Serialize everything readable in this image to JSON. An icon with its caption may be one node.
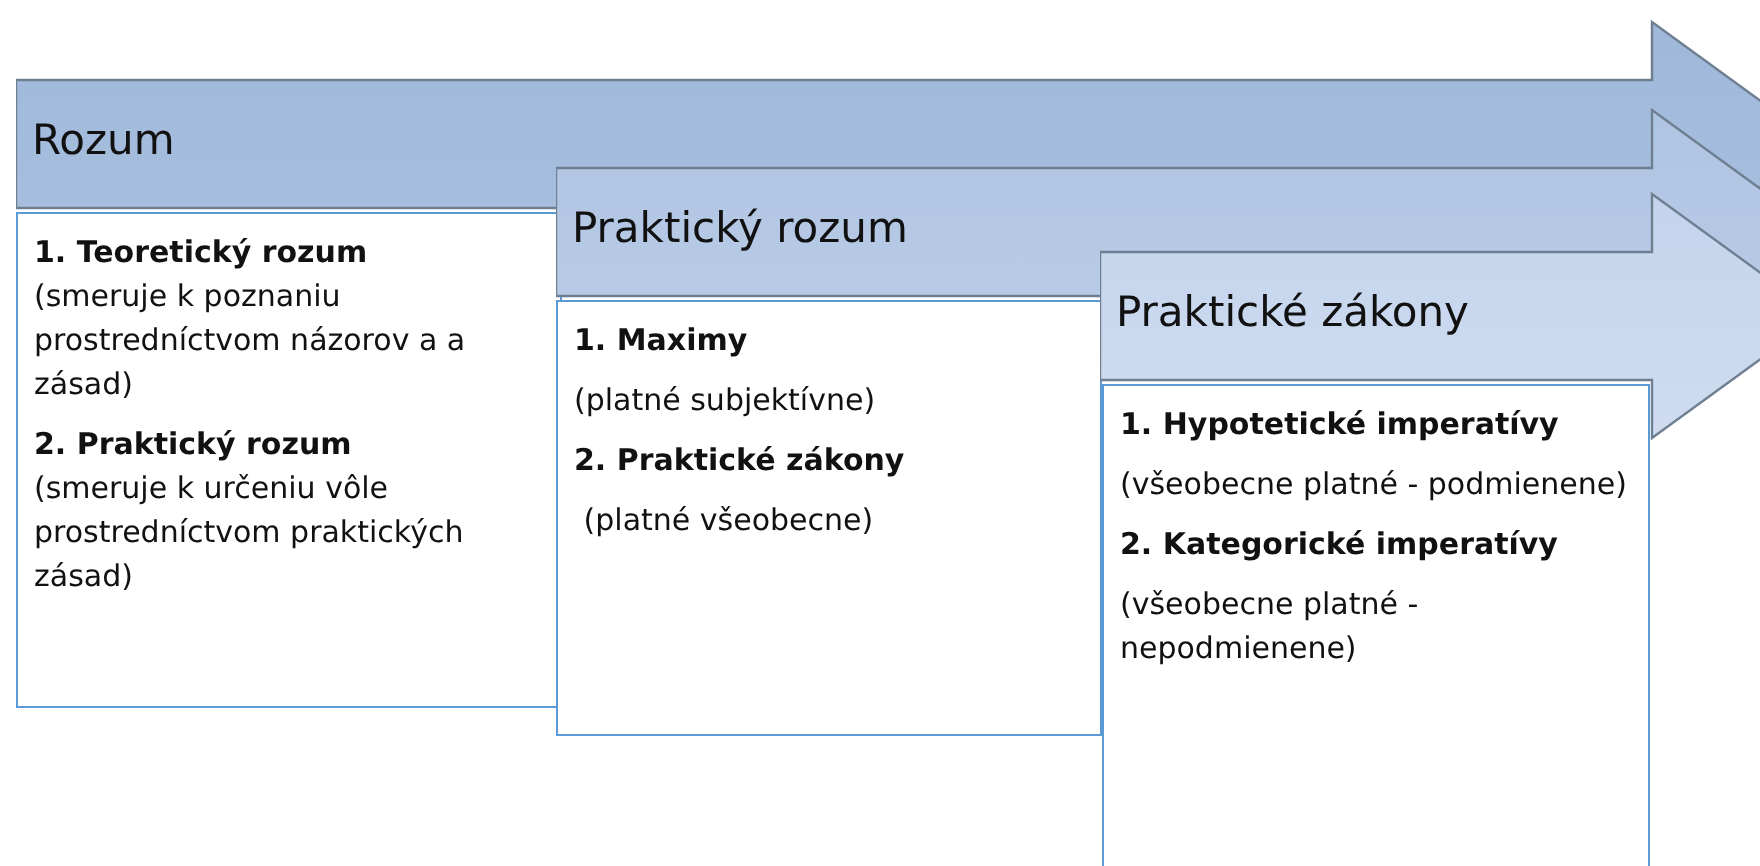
{
  "diagram": {
    "nodes": [
      {
        "text": [
          "Rozum"
        ]
      },
      {
        "text": [
          "1. Teoretický rozum",
          "(smeruje k poznaniu prostredníctvom názorov a a zásad)",
          "2. Praktický rozum",
          "(smeruje k určeniu vôle prostredníctvom praktických zásad)"
        ]
      },
      {
        "text": [
          "Praktický rozum"
        ]
      },
      {
        "text": [
          "1. Maximy",
          "(platné subjektívne)",
          "2. Praktické zákony",
          " (platné všeobecne)"
        ]
      },
      {
        "text": [
          "Praktické zákony"
        ]
      },
      {
        "text": [
          "1. Hypotetické imperatívy",
          "(všeobecne platné - podmienene)",
          "2. Kategorické imperatívy",
          "(všeobecne platné - nepodmienene)"
        ]
      }
    ],
    "edges": []
  }
}
